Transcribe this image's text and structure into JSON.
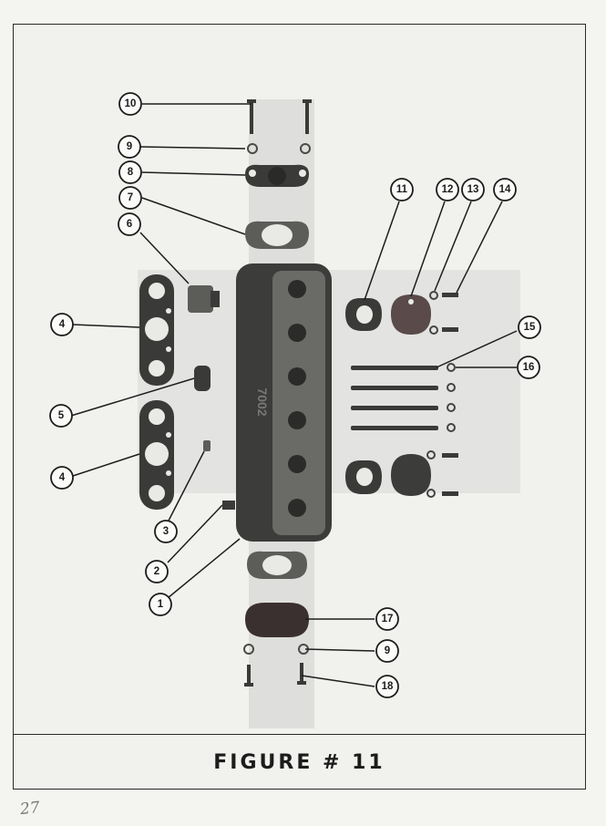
{
  "figure": {
    "caption": "FIGURE # 11",
    "page_number": "27"
  },
  "callouts": [
    {
      "id": "c10a",
      "label": "10"
    },
    {
      "id": "c9a",
      "label": "9"
    },
    {
      "id": "c8",
      "label": "8"
    },
    {
      "id": "c7",
      "label": "7"
    },
    {
      "id": "c6",
      "label": "6"
    },
    {
      "id": "c4a",
      "label": "4"
    },
    {
      "id": "c5",
      "label": "5"
    },
    {
      "id": "c4b",
      "label": "4"
    },
    {
      "id": "c3",
      "label": "3"
    },
    {
      "id": "c2",
      "label": "2"
    },
    {
      "id": "c1",
      "label": "1"
    },
    {
      "id": "c11",
      "label": "11"
    },
    {
      "id": "c12",
      "label": "12"
    },
    {
      "id": "c13",
      "label": "13"
    },
    {
      "id": "c14",
      "label": "14"
    },
    {
      "id": "c15",
      "label": "15"
    },
    {
      "id": "c16",
      "label": "16"
    },
    {
      "id": "c17",
      "label": "17"
    },
    {
      "id": "c9b",
      "label": "9"
    },
    {
      "id": "c18",
      "label": "18"
    }
  ],
  "part_marking": "7002"
}
